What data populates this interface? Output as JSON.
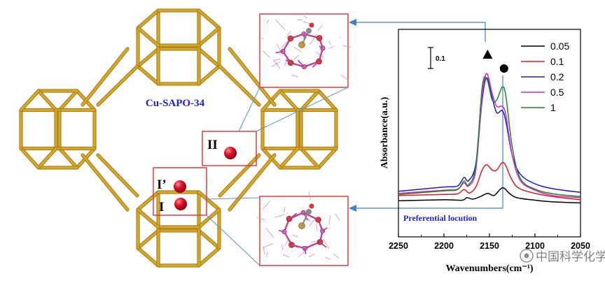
{
  "diagram": {
    "framework_label": "Cu-SAPO-34",
    "site_labels": {
      "site_ii": "II",
      "site_i_prime": "I’",
      "site_i": "I"
    },
    "colors": {
      "framework": "#d4a72c",
      "framework_dark": "#a67c10",
      "accent_red": "#e03a3e",
      "cu_ball": "#e0142a",
      "link_line": "#3c82c8",
      "label_blue": "#1f1fd8"
    }
  },
  "chart_data": {
    "type": "line",
    "ylabel": "Absorbance(a.u.)",
    "xlabel": "Wavenumbers(cm⁻¹)",
    "xlim": [
      2250,
      2050
    ],
    "x_reversed": true,
    "x_ticks": [
      "2250",
      "2200",
      "2150",
      "2100",
      "2050"
    ],
    "scale_bar_label": "0.1",
    "annotation": "Preferential locution",
    "markers": [
      {
        "symbol": "triangle",
        "x": 2152
      },
      {
        "symbol": "circle",
        "x": 2134
      }
    ],
    "legend_position": "top-right",
    "series": [
      {
        "name": "0.05",
        "color": "#000000",
        "points": [
          [
            2250,
            0.025
          ],
          [
            2200,
            0.03
          ],
          [
            2180,
            0.028
          ],
          [
            2175,
            0.04
          ],
          [
            2168,
            0.033
          ],
          [
            2160,
            0.045
          ],
          [
            2152,
            0.06
          ],
          [
            2145,
            0.05
          ],
          [
            2138,
            0.08
          ],
          [
            2134,
            0.085
          ],
          [
            2128,
            0.06
          ],
          [
            2120,
            0.04
          ],
          [
            2100,
            0.028
          ],
          [
            2080,
            0.02
          ],
          [
            2050,
            0.015
          ]
        ]
      },
      {
        "name": "0.1",
        "color": "#e81818",
        "points": [
          [
            2250,
            0.05
          ],
          [
            2200,
            0.055
          ],
          [
            2185,
            0.058
          ],
          [
            2178,
            0.078
          ],
          [
            2172,
            0.062
          ],
          [
            2165,
            0.09
          ],
          [
            2158,
            0.17
          ],
          [
            2153,
            0.195
          ],
          [
            2147,
            0.17
          ],
          [
            2142,
            0.17
          ],
          [
            2136,
            0.205
          ],
          [
            2132,
            0.19
          ],
          [
            2126,
            0.13
          ],
          [
            2118,
            0.085
          ],
          [
            2100,
            0.06
          ],
          [
            2080,
            0.045
          ],
          [
            2050,
            0.03
          ]
        ]
      },
      {
        "name": "0.2",
        "color": "#1a1ad8",
        "points": [
          [
            2250,
            0.07
          ],
          [
            2200,
            0.09
          ],
          [
            2185,
            0.095
          ],
          [
            2178,
            0.135
          ],
          [
            2173,
            0.12
          ],
          [
            2165,
            0.2
          ],
          [
            2158,
            0.5
          ],
          [
            2153,
            0.605
          ],
          [
            2147,
            0.51
          ],
          [
            2142,
            0.44
          ],
          [
            2136,
            0.45
          ],
          [
            2132,
            0.4
          ],
          [
            2125,
            0.24
          ],
          [
            2116,
            0.15
          ],
          [
            2100,
            0.105
          ],
          [
            2080,
            0.082
          ],
          [
            2050,
            0.065
          ]
        ]
      },
      {
        "name": "0.5",
        "color": "#e020e0",
        "points": [
          [
            2250,
            0.06
          ],
          [
            2200,
            0.075
          ],
          [
            2185,
            0.08
          ],
          [
            2178,
            0.11
          ],
          [
            2173,
            0.095
          ],
          [
            2165,
            0.17
          ],
          [
            2158,
            0.52
          ],
          [
            2153,
            0.625
          ],
          [
            2147,
            0.53
          ],
          [
            2142,
            0.47
          ],
          [
            2136,
            0.47
          ],
          [
            2132,
            0.43
          ],
          [
            2125,
            0.24
          ],
          [
            2116,
            0.12
          ],
          [
            2100,
            0.075
          ],
          [
            2080,
            0.05
          ],
          [
            2050,
            0.04
          ]
        ]
      },
      {
        "name": "1",
        "color": "#1a8a1a",
        "points": [
          [
            2250,
            0.055
          ],
          [
            2200,
            0.072
          ],
          [
            2185,
            0.078
          ],
          [
            2178,
            0.118
          ],
          [
            2173,
            0.1
          ],
          [
            2165,
            0.19
          ],
          [
            2158,
            0.56
          ],
          [
            2153,
            0.6
          ],
          [
            2147,
            0.5
          ],
          [
            2142,
            0.5
          ],
          [
            2136,
            0.56
          ],
          [
            2132,
            0.52
          ],
          [
            2125,
            0.28
          ],
          [
            2116,
            0.13
          ],
          [
            2100,
            0.08
          ],
          [
            2080,
            0.058
          ],
          [
            2050,
            0.045
          ]
        ]
      }
    ]
  },
  "watermark": "中国科学化学"
}
